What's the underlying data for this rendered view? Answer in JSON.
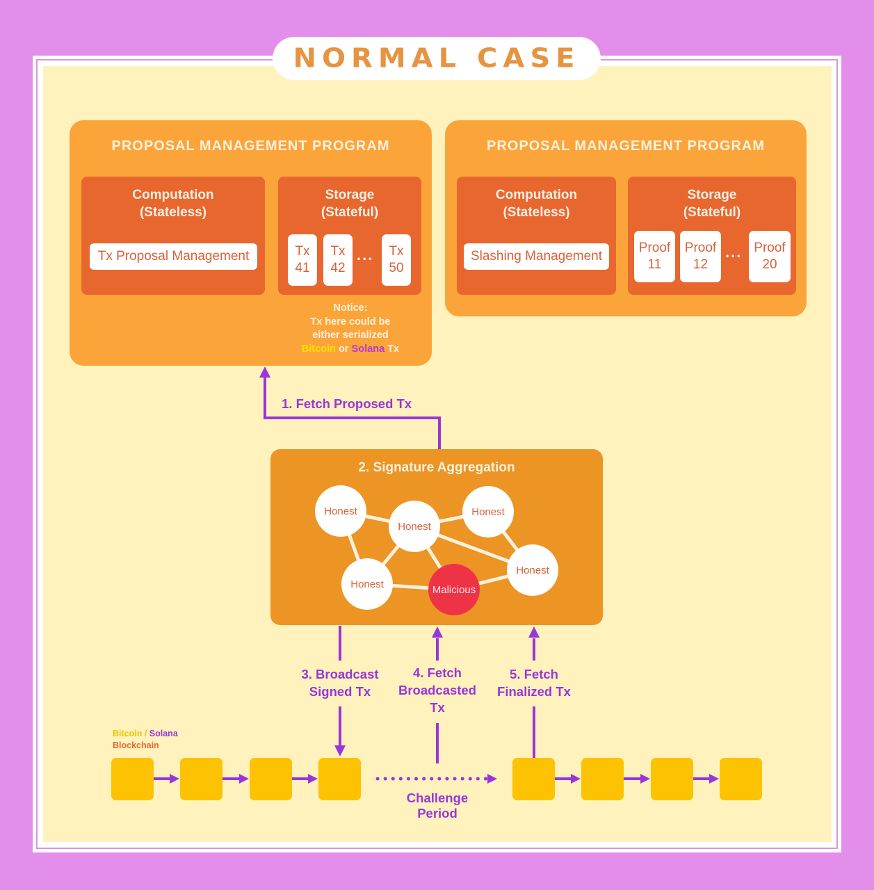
{
  "title": "NORMAL CASE",
  "colors": {
    "background": "#e28eea",
    "canvas": "#fff2bd",
    "program_box": "#fba43a",
    "inner_box": "#e8672f",
    "aggregation_box": "#ec9424",
    "arrow": "#9a35d9",
    "honest_node": "#ffffff",
    "malicious_node": "#ee3347",
    "block": "#fdc201",
    "bitcoin": "#ffe100",
    "solana": "#b43ad6"
  },
  "programs": [
    {
      "title": "PROPOSAL MANAGEMENT PROGRAM",
      "computation": {
        "title_line1": "Computation",
        "title_line2": "(Stateless)",
        "module": "Tx Proposal Management"
      },
      "storage": {
        "title_line1": "Storage",
        "title_line2": "(Stateful)",
        "items": [
          {
            "line1": "Tx",
            "line2": "41"
          },
          {
            "line1": "Tx",
            "line2": "42"
          },
          {
            "line1": "Tx",
            "line2": "50"
          }
        ],
        "ellipsis": "..."
      },
      "notice": {
        "heading": "Notice:",
        "line1": "Tx here could be",
        "line2": "either serialized",
        "bitcoin": "Bitcoin",
        "or": " or ",
        "solana": "Solana",
        "tail": " Tx"
      }
    },
    {
      "title": "PROPOSAL MANAGEMENT PROGRAM",
      "computation": {
        "title_line1": "Computation",
        "title_line2": "(Stateless)",
        "module": "Slashing Management"
      },
      "storage": {
        "title_line1": "Storage",
        "title_line2": "(Stateful)",
        "items": [
          {
            "line1": "Proof",
            "line2": "11"
          },
          {
            "line1": "Proof",
            "line2": "12"
          },
          {
            "line1": "Proof",
            "line2": "20"
          }
        ],
        "ellipsis": "..."
      }
    }
  ],
  "steps": {
    "s1": "1. Fetch Proposed Tx",
    "s2": "2. Signature Aggregation",
    "s3_line1": "3. Broadcast",
    "s3_line2": "Signed Tx",
    "s4_line1": "4. Fetch",
    "s4_line2": "Broadcasted",
    "s4_line3": "Tx",
    "s5_line1": "5. Fetch",
    "s5_line2": "Finalized Tx"
  },
  "nodes": [
    {
      "label": "Honest",
      "type": "honest"
    },
    {
      "label": "Honest",
      "type": "honest"
    },
    {
      "label": "Honest",
      "type": "honest"
    },
    {
      "label": "Honest",
      "type": "honest"
    },
    {
      "label": "Malicious",
      "type": "malicious"
    },
    {
      "label": "Honest",
      "type": "honest"
    }
  ],
  "edges": [
    [
      0,
      1
    ],
    [
      0,
      3
    ],
    [
      1,
      2
    ],
    [
      1,
      3
    ],
    [
      1,
      4
    ],
    [
      1,
      5
    ],
    [
      2,
      5
    ],
    [
      3,
      4
    ],
    [
      4,
      5
    ]
  ],
  "blockchain": {
    "legend_bitcoin": "Bitcoin",
    "legend_sep": " / ",
    "legend_solana": "Solana",
    "legend_line2": "Blockchain",
    "blocks_before": 4,
    "blocks_after": 4,
    "challenge_line1": "Challenge",
    "challenge_line2": "Period"
  }
}
